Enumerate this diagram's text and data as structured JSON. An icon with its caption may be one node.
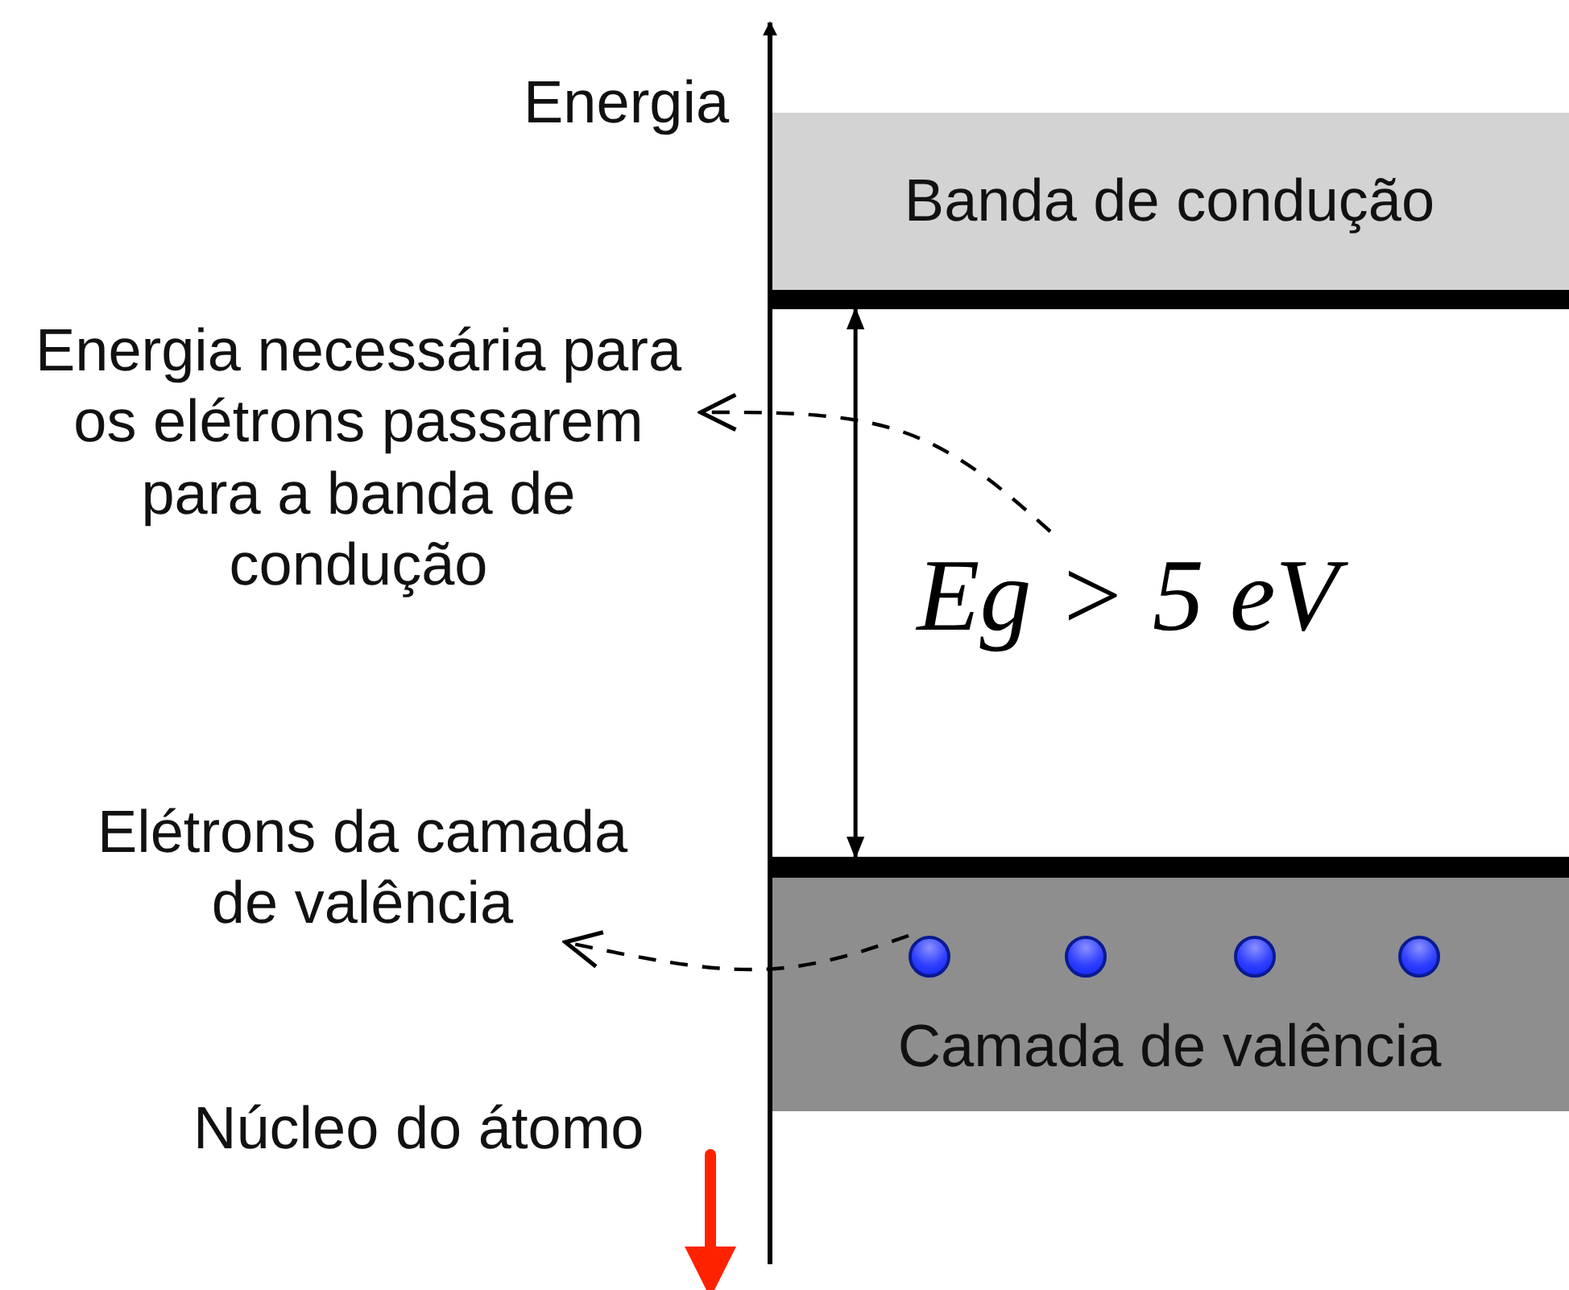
{
  "diagram": {
    "nodes": [
      {
        "text": [
          "Banda de condução"
        ]
      },
      {
        "text": [
          "Camada de valência"
        ]
      },
      {
        "text": [
          "Energia necessária para os elétrons passarem para a banda de condução"
        ]
      },
      {
        "text": [
          "Elétrons da camada de valência"
        ]
      },
      {
        "text": [
          "Eg > 5 eV"
        ]
      },
      {
        "text": [],
        "shape": "circle",
        "in": 1
      },
      {
        "text": [],
        "shape": "circle",
        "in": 1
      },
      {
        "text": [],
        "shape": "circle",
        "in": 1
      },
      {
        "text": [],
        "shape": "circle",
        "in": 1
      }
    ],
    "edges": [
      {
        "from": 4,
        "to": 2,
        "arrow": "to",
        "style": "dashed"
      },
      {
        "from": 5,
        "to": 3,
        "arrow": "to",
        "style": "dashed"
      },
      {
        "from": 0,
        "to": 1,
        "arrow": "both"
      }
    ],
    "labels": [
      "Energia",
      "Núcleo do átomo"
    ]
  }
}
